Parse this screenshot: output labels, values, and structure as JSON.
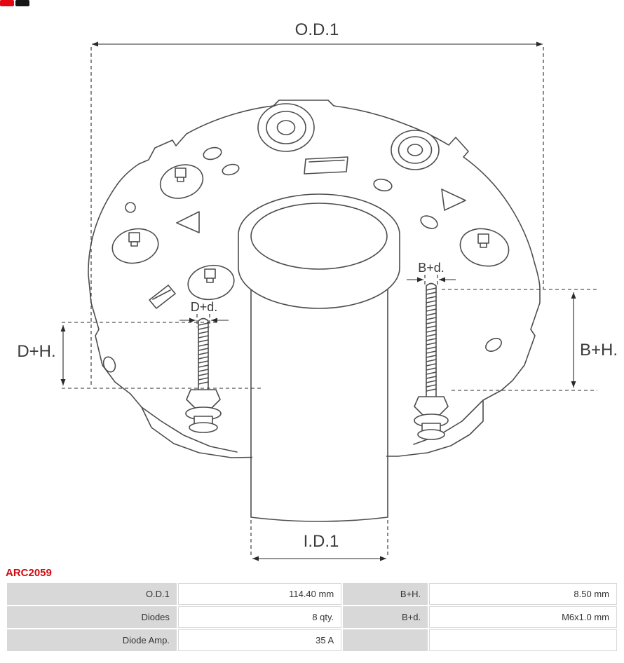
{
  "part_number": "ARC2059",
  "diagram": {
    "labels": {
      "od1": "O.D.1",
      "dh": "D+H.",
      "bh": "B+H.",
      "dd": "D+d.",
      "bd": "B+d.",
      "id1": "I.D.1"
    }
  },
  "table": {
    "rows": [
      {
        "label_left": "O.D.1",
        "value_left": "114.40 mm",
        "label_right": "B+H.",
        "value_right": "8.50 mm"
      },
      {
        "label_left": "Diodes",
        "value_left": "8 qty.",
        "label_right": "B+d.",
        "value_right": "M6x1.0 mm"
      },
      {
        "label_left": "Diode Amp.",
        "value_left": "35 A",
        "label_right": "",
        "value_right": ""
      }
    ]
  },
  "colors": {
    "accent_red": "#d10a11",
    "logo_red": "#e30613",
    "logo_dark": "#161616",
    "drawing_line": "#4d4d4d",
    "dimension_line": "#2b2b2b",
    "table_label_bg": "#d8d8d8",
    "table_value_bg": "#ffffff"
  }
}
